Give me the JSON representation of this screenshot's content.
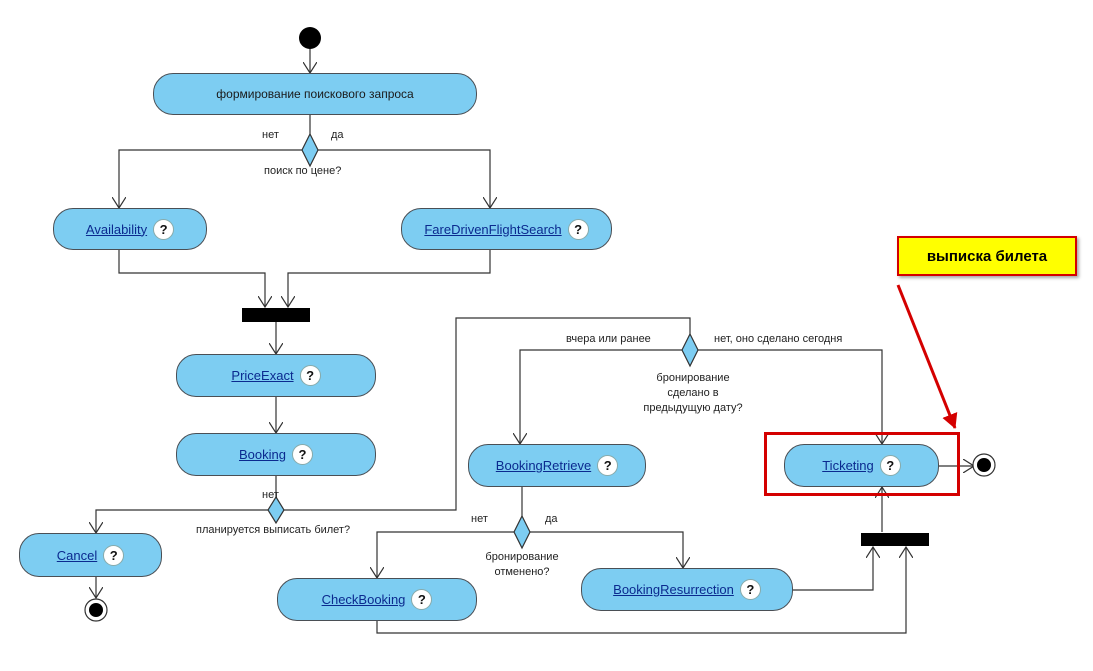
{
  "nodes": {
    "search_request": "формирование поискового запроса",
    "availability": "Availability",
    "fare_search": "FareDrivenFlightSearch",
    "price_exact": "PriceExact",
    "booking": "Booking",
    "cancel": "Cancel",
    "booking_retrieve": "BookingRetrieve",
    "check_booking": "CheckBooking",
    "booking_resurrection": "BookingResurrection",
    "ticketing": "Ticketing"
  },
  "help_mark": "?",
  "guards": {
    "no1": "нет",
    "yes1": "да",
    "price_search_q": "поиск по цене?",
    "yesterday": "вчера или ранее",
    "today": "нет, оно сделано сегодня",
    "booking_prev_q": "бронирование сделано в предыдущую дату?",
    "no2": "нет",
    "plan_q": "планируется выписать билет?",
    "no3": "нет",
    "yes3": "да",
    "cancelled_q": "бронирование отменено?"
  },
  "callout": "выписка билета",
  "colors": {
    "node_fill": "#7dcdf2",
    "highlight": "#d40000",
    "callout_fill": "#ffff00"
  }
}
